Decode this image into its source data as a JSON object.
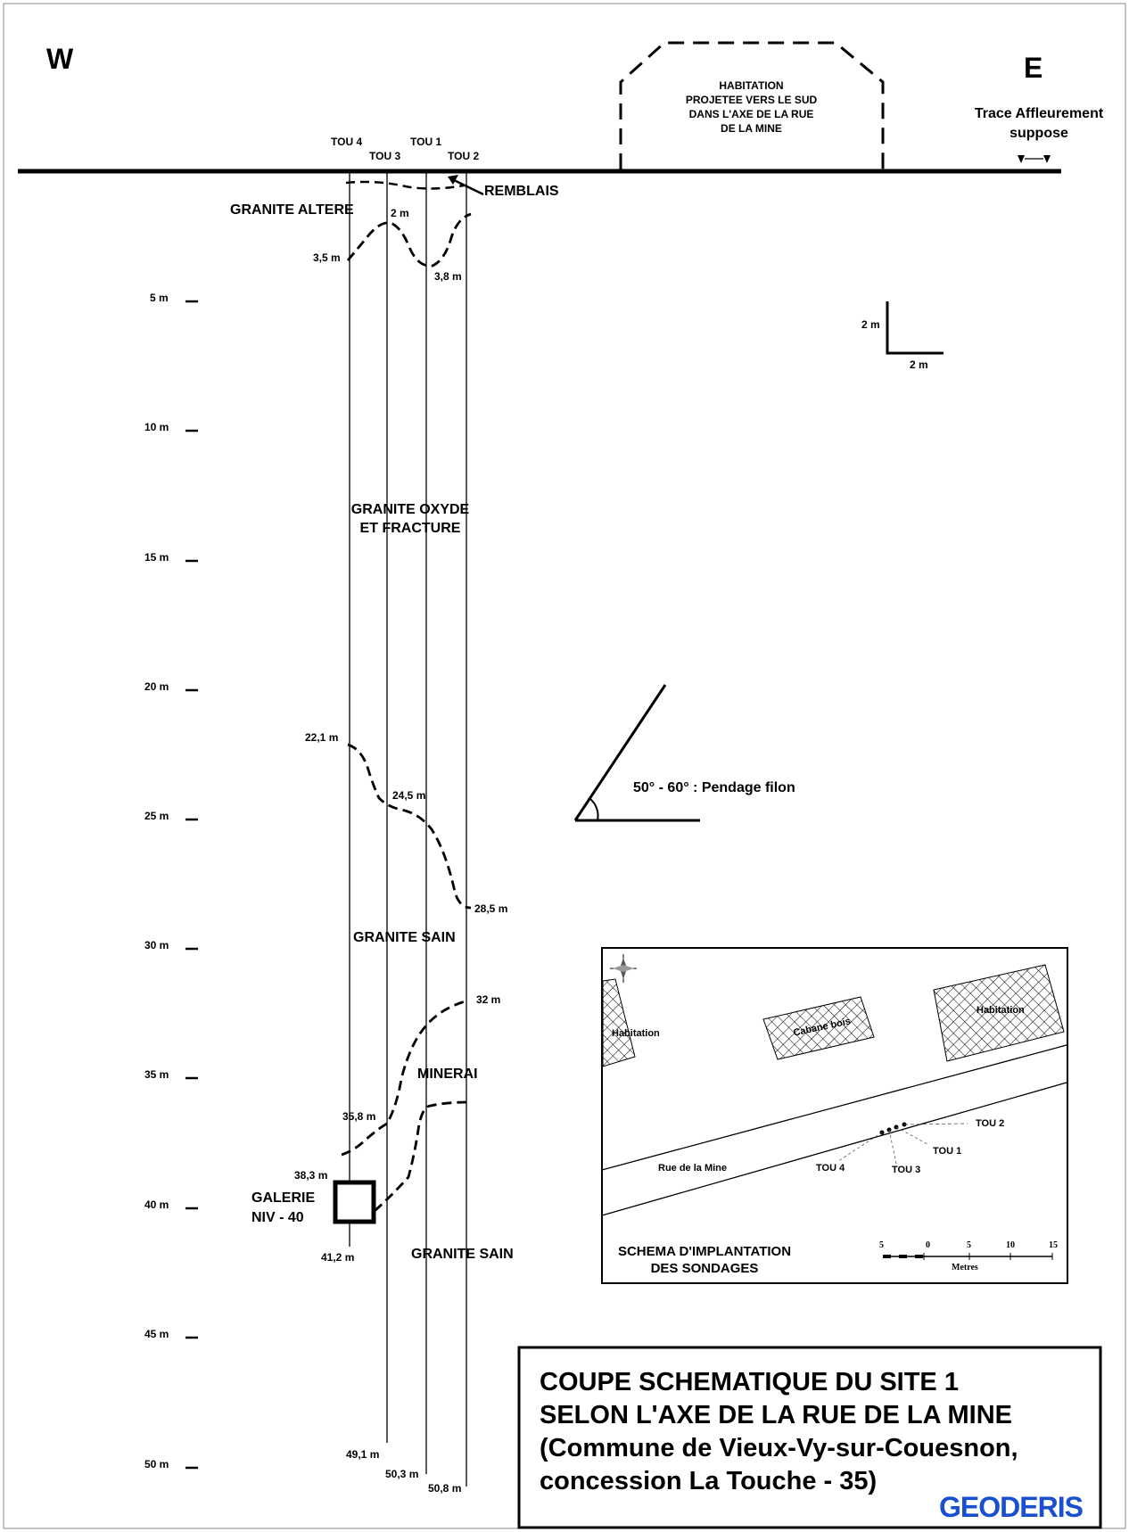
{
  "orientation": {
    "west": "W",
    "east": "E"
  },
  "surface": {
    "habitation_projected": [
      "HABITATION",
      "PROJETEE VERS LE SUD",
      "DANS L'AXE DE LA RUE",
      "DE LA MINE"
    ],
    "trace_affleurement": [
      "Trace Affleurement",
      "suppose"
    ]
  },
  "boreholes": [
    {
      "name": "TOU 4",
      "bottom_label": "41,2 m"
    },
    {
      "name": "TOU 3",
      "bottom_label": "49,1 m"
    },
    {
      "name": "TOU 1",
      "bottom_label": "50,3 m"
    },
    {
      "name": "TOU 2",
      "bottom_label": "50,8 m"
    }
  ],
  "depth_scale": [
    "5 m",
    "10 m",
    "15 m",
    "20 m",
    "25 m",
    "30 m",
    "35 m",
    "40 m",
    "45 m",
    "50 m"
  ],
  "units": {
    "remblais": "REMBLAIS",
    "granite_altere": "GRANITE ALTERE",
    "granite_oxyde": [
      "GRANITE OXYDE",
      "ET FRACTURE"
    ],
    "granite_sain_1": "GRANITE SAIN",
    "minerai": "MINERAI",
    "granite_sain_2": "GRANITE SAIN",
    "galerie": [
      "GALERIE",
      "NIV - 40"
    ]
  },
  "contact_depths": {
    "altere_tou4": "3,5 m",
    "altere_tou3": "2 m",
    "altere_tou1": "3,8 m",
    "sain_tou4": "22,1 m",
    "sain_tou3": "24,5 m",
    "sain_tou2": "28,5 m",
    "minerai_top_tou2": "32 m",
    "minerai_tou4": "35,8 m",
    "galerie_top": "38,3 m"
  },
  "scale_bar": {
    "vertical": "2 m",
    "horizontal": "2 m"
  },
  "dip": {
    "label": "50° - 60° : Pendage filon"
  },
  "inset": {
    "habitation_left": "Habitation",
    "cabane": "Cabane bois",
    "habitation_right": "Habitation",
    "street": "Rue de la Mine",
    "tou2": "TOU 2",
    "tou1": "TOU 1",
    "tou4": "TOU 4",
    "tou3": "TOU 3",
    "caption": [
      "SCHEMA D'IMPLANTATION",
      "DES SONDAGES"
    ],
    "scale_ticks": [
      "5",
      "0",
      "5",
      "10",
      "15"
    ],
    "scale_unit": "Metres"
  },
  "title_lines": [
    "COUPE SCHEMATIQUE DU SITE 1",
    "SELON L'AXE DE LA RUE DE LA MINE",
    "(Commune de Vieux-Vy-sur-Couesnon,",
    "concession La Touche - 35)"
  ],
  "brand": "GEODERIS"
}
